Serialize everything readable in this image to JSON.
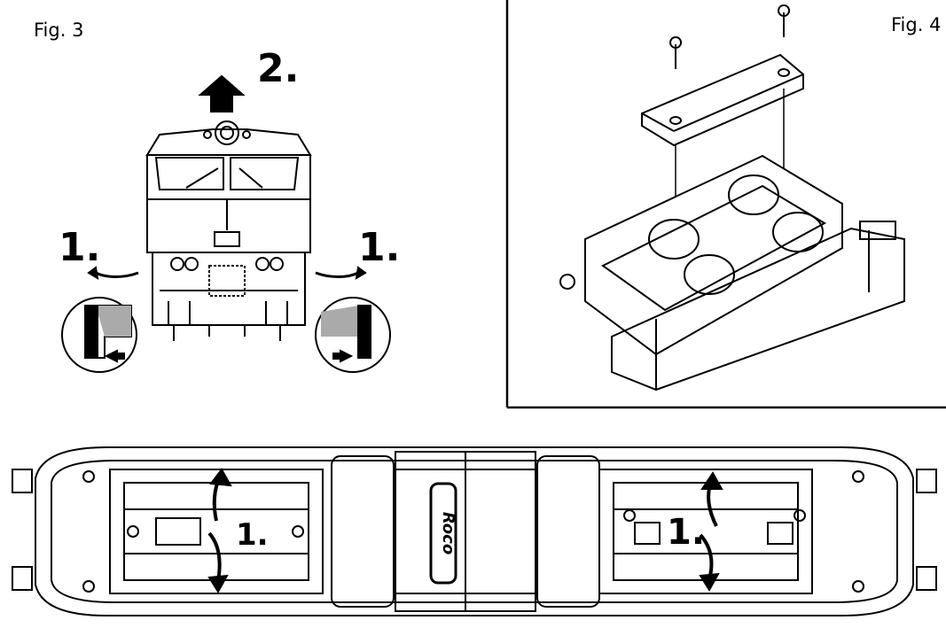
{
  "figures": {
    "fig3": {
      "label": "Fig. 3"
    },
    "fig4": {
      "label": "Fig. 4"
    }
  },
  "steps": {
    "fig3_lift": "2.",
    "fig3_left": "1.",
    "fig3_right": "1.",
    "bottom_left": "1.",
    "bottom_right": "1."
  },
  "logo": {
    "text": "Roco"
  }
}
